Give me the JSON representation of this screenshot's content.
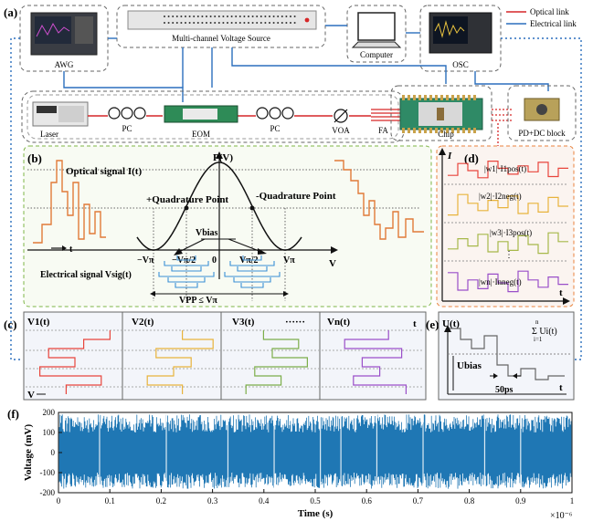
{
  "panels": {
    "a": "(a)",
    "b": "(b)",
    "c": "(c)",
    "d": "(d)",
    "e": "(e)",
    "f": "(f)"
  },
  "legend": {
    "optical": "Optical link",
    "electrical": "Electrical link",
    "optical_color": "#d62728",
    "electrical_color": "#2b6fbd"
  },
  "devices": {
    "awg": "AWG",
    "voltage_source": "Multi-channel Voltage Source",
    "computer": "Computer",
    "osc": "OSC",
    "laser": "Laser",
    "pc1": "PC",
    "eom": "EOM",
    "pc2": "PC",
    "voa": "VOA",
    "fa": "FA",
    "chip": "Chip",
    "pd_dc": "PD+DC block"
  },
  "panel_b": {
    "pv": "P(V)",
    "optical_signal": "Optical signal I(t)",
    "plus_quad": "+Quadrature Point",
    "minus_quad": "-Quadrature Point",
    "vbias": "Vbias",
    "t": "t",
    "v": "V",
    "ticks": [
      "−Vπ",
      "−Vπ/2",
      "0",
      "Vπ/2",
      "Vπ"
    ],
    "electrical_signal": "Electrical signal Vsig(t)",
    "vpp": "VPP ≤ Vπ",
    "optical_color": "#e07b39",
    "electrical_color": "#3a8fd6",
    "curve_color": "#111111",
    "border_color": "#7db545"
  },
  "panel_c": {
    "labels": [
      "V1(t)",
      "V2(t)",
      "V3(t)",
      "······",
      "Vn(t)"
    ],
    "t": "t",
    "v": "V",
    "colors": [
      "#e8453c",
      "#e8b33c",
      "#7cae4a",
      "#9a4fc9"
    ]
  },
  "panel_d": {
    "i": "I",
    "t": "t",
    "rows": [
      "|w1|·I1pos(t)",
      "|w2|·I2neg(t)",
      "|w3|·I3pos(t)",
      "⋮",
      "|wn|·Inneg(t)"
    ],
    "colors": [
      "#e8453c",
      "#e8b33c",
      "#a7b84a",
      "#9a4fc9"
    ],
    "border_color": "#e8823c"
  },
  "panel_e": {
    "u": "U(t)",
    "sum": "Σ Ui(t)",
    "sum_top": "n",
    "sum_bottom": "i=1",
    "ubias": "Ubias",
    "time": "50ps",
    "t": "t"
  },
  "panel_f": {
    "ylabel": "Voltage (mV)",
    "xlabel": "Time (s)",
    "yticks": [
      "200",
      "100",
      "0",
      "-100",
      "-200"
    ],
    "xticks": [
      "0",
      "0.1",
      "0.2",
      "0.3",
      "0.4",
      "0.5",
      "0.6",
      "0.7",
      "0.8",
      "0.9",
      "1"
    ],
    "exponent": "×10⁻⁶",
    "ylim": [
      -200,
      200
    ],
    "xlim": [
      0,
      1
    ],
    "trace_color": "#1f77b4"
  }
}
